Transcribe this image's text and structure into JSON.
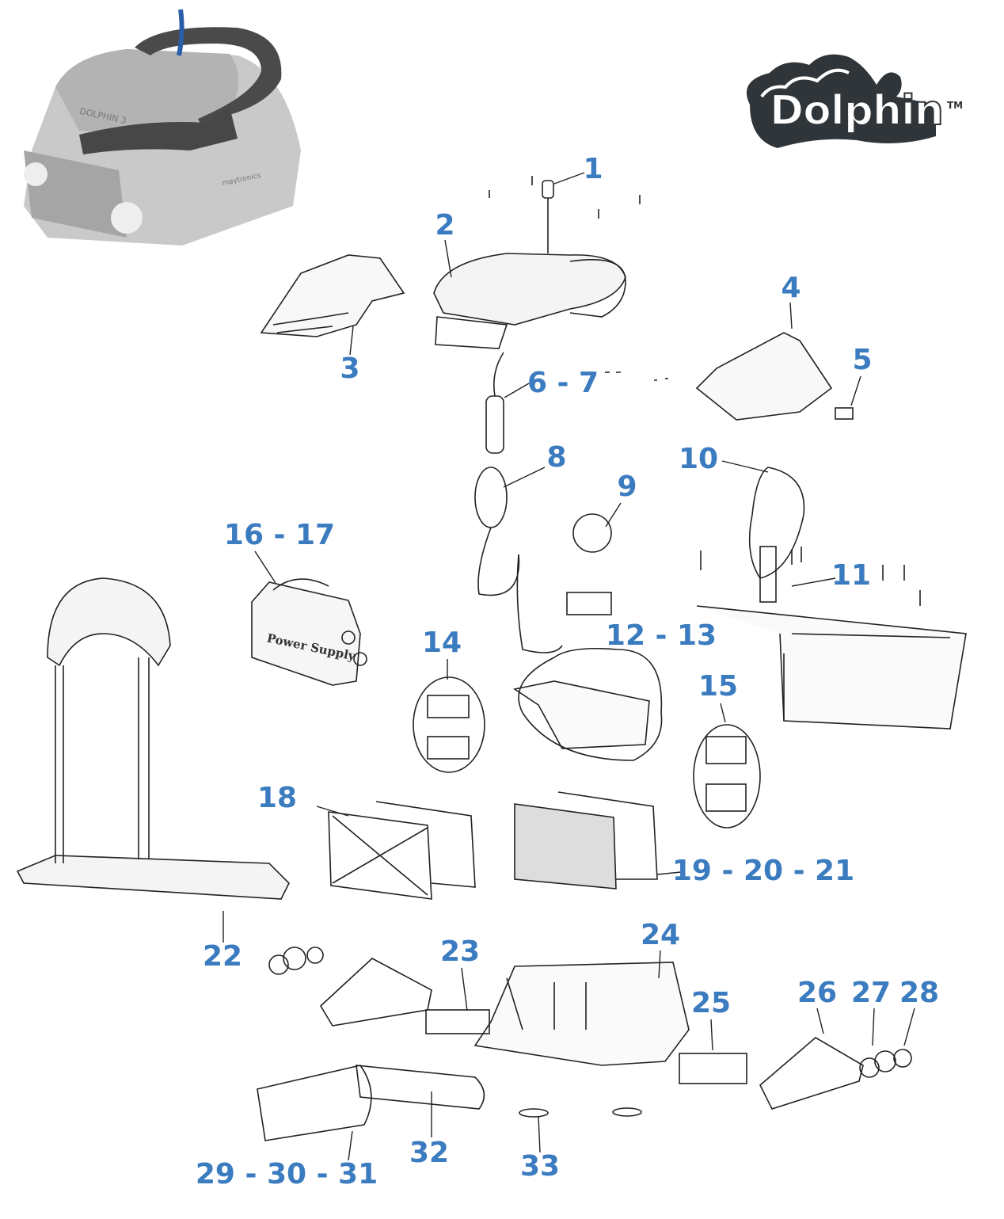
{
  "brand": {
    "logo_text": "Dolphin",
    "trademark": "TM"
  },
  "product_photo": {
    "model_text": "DOLPHIN 3",
    "maker_text": "maytronics"
  },
  "power_supply_text": "Power Supply",
  "callouts": {
    "c1": "1",
    "c2": "2",
    "c3": "3",
    "c4": "4",
    "c5": "5",
    "c6_7": "6 - 7",
    "c8": "8",
    "c9": "9",
    "c10": "10",
    "c11": "11",
    "c12_13": "12 - 13",
    "c14": "14",
    "c15": "15",
    "c16_17": "16 - 17",
    "c18": "18",
    "c19_20_21": "19 - 20 - 21",
    "c22": "22",
    "c23": "23",
    "c24": "24",
    "c25": "25",
    "c26": "26",
    "c27": "27",
    "c28": "28",
    "c29_30_31": "29 - 30 - 31",
    "c32": "32",
    "c33": "33"
  },
  "colors": {
    "callout": "#3b7bbf",
    "logo": "#2f3539",
    "line": "#222222"
  }
}
